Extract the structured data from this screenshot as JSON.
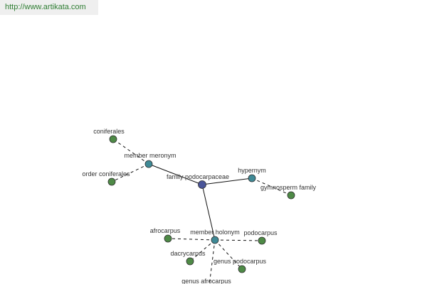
{
  "header": {
    "url": "http://www.artikata.com"
  },
  "colors": {
    "root": "#4a5599",
    "relation": "#3f8a96",
    "leaf": "#4e8a46",
    "edge": "#111111"
  },
  "graph": {
    "nodes": [
      {
        "id": "family-podocarpaceae",
        "label": "family podocarpaceae",
        "kind": "root"
      },
      {
        "id": "member-meronym",
        "label": "member meronym",
        "kind": "relation"
      },
      {
        "id": "hypernym",
        "label": "hypernym",
        "kind": "relation"
      },
      {
        "id": "member-holonym",
        "label": "member holonym",
        "kind": "relation"
      },
      {
        "id": "coniferales",
        "label": "coniferales",
        "kind": "leaf"
      },
      {
        "id": "order-coniferales",
        "label": "order coniferales",
        "kind": "leaf"
      },
      {
        "id": "gymnosperm-family",
        "label": "gymnosperm family",
        "kind": "leaf"
      },
      {
        "id": "afrocarpus",
        "label": "afrocarpus",
        "kind": "leaf"
      },
      {
        "id": "podocarpus",
        "label": "podocarpus",
        "kind": "leaf"
      },
      {
        "id": "dacrycarpus",
        "label": "dacrycarpus",
        "kind": "leaf"
      },
      {
        "id": "genus-podocarpus",
        "label": "genus podocarpus",
        "kind": "leaf"
      },
      {
        "id": "genus-afrocarpus",
        "label": "genus afrocarpus",
        "kind": "leaf"
      }
    ],
    "edges": [
      {
        "from": "family-podocarpaceae",
        "to": "member-meronym",
        "style": "solid"
      },
      {
        "from": "family-podocarpaceae",
        "to": "hypernym",
        "style": "solid"
      },
      {
        "from": "family-podocarpaceae",
        "to": "member-holonym",
        "style": "solid"
      },
      {
        "from": "member-meronym",
        "to": "coniferales",
        "style": "dashed"
      },
      {
        "from": "member-meronym",
        "to": "order-coniferales",
        "style": "dashed"
      },
      {
        "from": "hypernym",
        "to": "gymnosperm-family",
        "style": "dashed"
      },
      {
        "from": "member-holonym",
        "to": "afrocarpus",
        "style": "dashed"
      },
      {
        "from": "member-holonym",
        "to": "podocarpus",
        "style": "dashed"
      },
      {
        "from": "member-holonym",
        "to": "dacrycarpus",
        "style": "dashed"
      },
      {
        "from": "member-holonym",
        "to": "genus-podocarpus",
        "style": "dashed"
      },
      {
        "from": "member-holonym",
        "to": "genus-afrocarpus",
        "style": "dashed"
      }
    ]
  }
}
